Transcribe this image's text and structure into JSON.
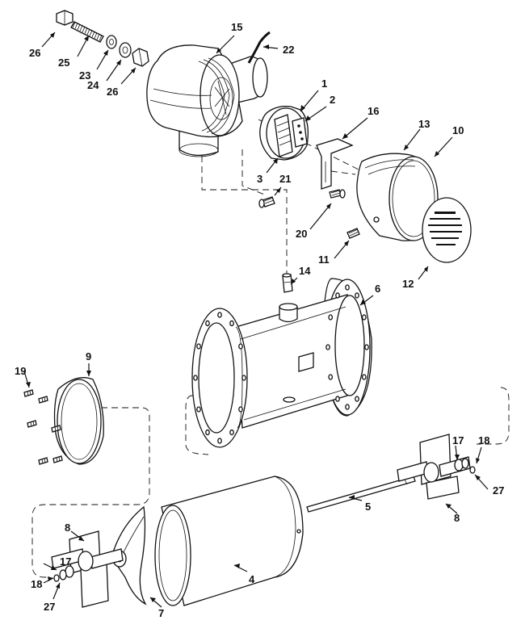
{
  "callouts": [
    {
      "id": "c1",
      "label": "1"
    },
    {
      "id": "c2",
      "label": "2"
    },
    {
      "id": "c3",
      "label": "3"
    },
    {
      "id": "c4",
      "label": "4"
    },
    {
      "id": "c5",
      "label": "5"
    },
    {
      "id": "c6",
      "label": "6"
    },
    {
      "id": "c7",
      "label": "7"
    },
    {
      "id": "c8a",
      "label": "8"
    },
    {
      "id": "c8b",
      "label": "8"
    },
    {
      "id": "c9",
      "label": "9"
    },
    {
      "id": "c10",
      "label": "10"
    },
    {
      "id": "c11",
      "label": "11"
    },
    {
      "id": "c12",
      "label": "12"
    },
    {
      "id": "c13",
      "label": "13"
    },
    {
      "id": "c14",
      "label": "14"
    },
    {
      "id": "c15",
      "label": "15"
    },
    {
      "id": "c16",
      "label": "16"
    },
    {
      "id": "c17a",
      "label": "17"
    },
    {
      "id": "c17b",
      "label": "17"
    },
    {
      "id": "c18a",
      "label": "18"
    },
    {
      "id": "c18b",
      "label": "18"
    },
    {
      "id": "c19",
      "label": "19"
    },
    {
      "id": "c20",
      "label": "20"
    },
    {
      "id": "c21",
      "label": "21"
    },
    {
      "id": "c22",
      "label": "22"
    },
    {
      "id": "c23",
      "label": "23"
    },
    {
      "id": "c24",
      "label": "24"
    },
    {
      "id": "c25",
      "label": "25"
    },
    {
      "id": "c26a",
      "label": "26"
    },
    {
      "id": "c26b",
      "label": "26"
    },
    {
      "id": "c27a",
      "label": "27"
    },
    {
      "id": "c27b",
      "label": "27"
    }
  ]
}
